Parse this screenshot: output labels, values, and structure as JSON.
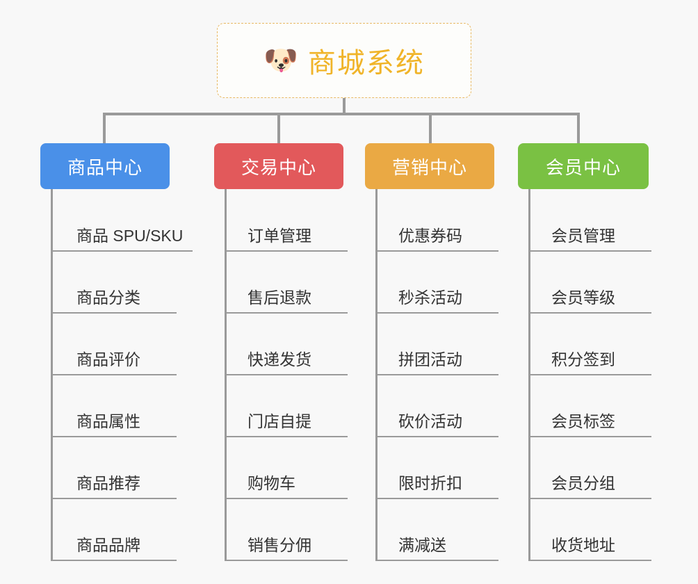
{
  "root": {
    "icon": "shiba-dog-face-emoji",
    "emoji": "🐶",
    "title": "商城系统",
    "accent_color": "#f0b429",
    "border_color": "#e8b963"
  },
  "canvas": {
    "background_color": "#f8f8f8",
    "connector_color": "#9a9a9a"
  },
  "branches": [
    {
      "id": "product-center",
      "label": "商品中心",
      "color": "#4a90e8",
      "leaves": [
        {
          "label": "商品 SPU/SKU"
        },
        {
          "label": "商品分类"
        },
        {
          "label": "商品评价"
        },
        {
          "label": "商品属性"
        },
        {
          "label": "商品推荐"
        },
        {
          "label": "商品品牌"
        }
      ]
    },
    {
      "id": "trade-center",
      "label": "交易中心",
      "color": "#e2595b",
      "leaves": [
        {
          "label": "订单管理"
        },
        {
          "label": "售后退款"
        },
        {
          "label": "快递发货"
        },
        {
          "label": "门店自提"
        },
        {
          "label": "购物车"
        },
        {
          "label": "销售分佣"
        }
      ]
    },
    {
      "id": "marketing-center",
      "label": "营销中心",
      "color": "#eaa944",
      "leaves": [
        {
          "label": "优惠券码"
        },
        {
          "label": "秒杀活动"
        },
        {
          "label": "拼团活动"
        },
        {
          "label": "砍价活动"
        },
        {
          "label": "限时折扣"
        },
        {
          "label": "满减送"
        }
      ]
    },
    {
      "id": "member-center",
      "label": "会员中心",
      "color": "#7ac143",
      "leaves": [
        {
          "label": "会员管理"
        },
        {
          "label": "会员等级"
        },
        {
          "label": "积分签到"
        },
        {
          "label": "会员标签"
        },
        {
          "label": "会员分组"
        },
        {
          "label": "收货地址"
        }
      ]
    }
  ]
}
